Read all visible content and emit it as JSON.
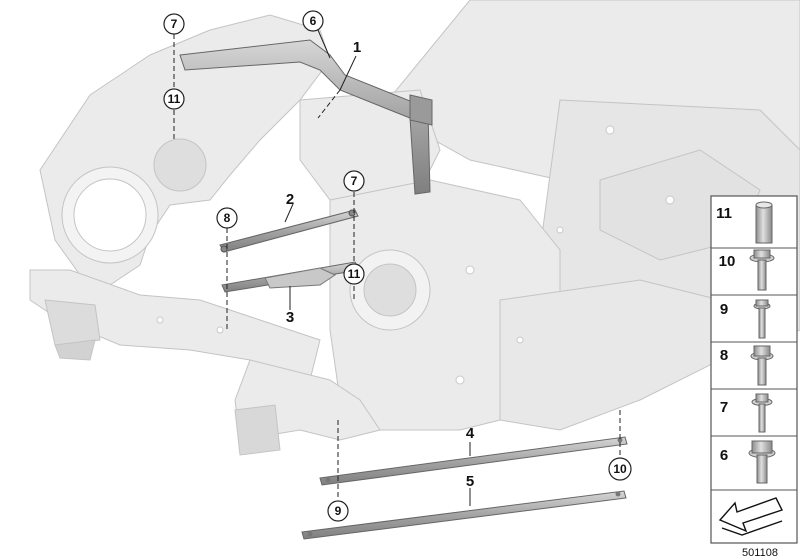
{
  "diagram": {
    "diagram_id": "501108",
    "callouts": {
      "c7_top": "7",
      "c6_top": "6",
      "c11_left": "11",
      "c8": "8",
      "c7_mid": "7",
      "c11_mid": "11",
      "c9": "9",
      "c10": "10"
    },
    "part_labels": {
      "p1": "1",
      "p2": "2",
      "p3": "3",
      "p4": "4",
      "p5": "5"
    },
    "legend": {
      "items": [
        "11",
        "10",
        "9",
        "8",
        "7",
        "6"
      ]
    },
    "colors": {
      "body_fill": "#ebebeb",
      "body_stroke": "#c4c4c4",
      "part_fill": "#a9a9a9",
      "part_stroke": "#6b6b6b",
      "legend_border": "#555555",
      "fastener_fill": "#b3b3b3"
    }
  }
}
